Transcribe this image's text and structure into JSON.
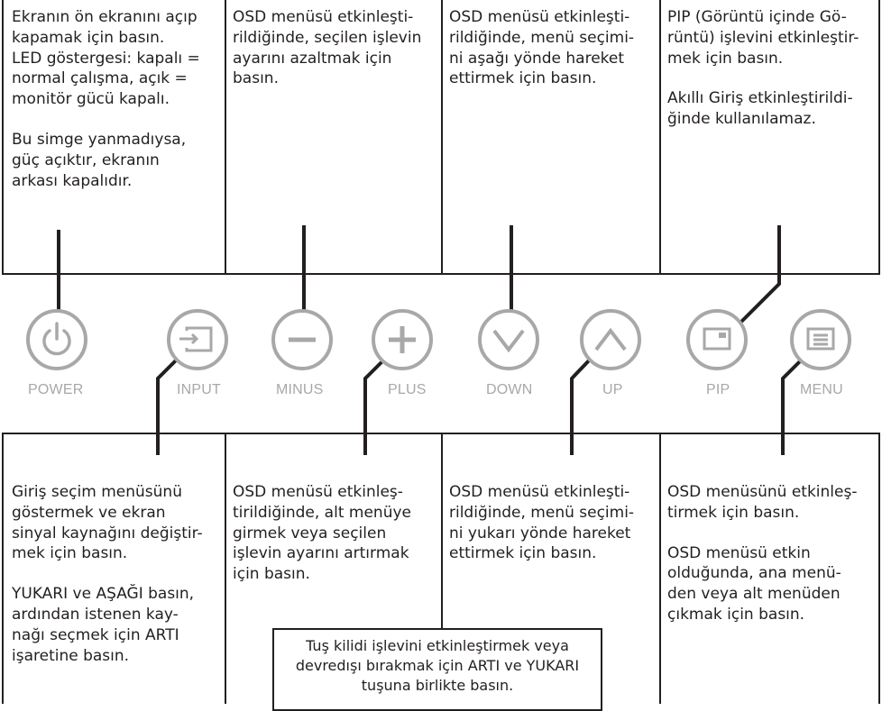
{
  "top_descriptions": {
    "power": [
      "Ekranın ön ekranını açıp\nkapamak için basın.\nLED göstergesi: kapalı =\nnormal çalışma, açık =\nmonitör gücü kapalı.",
      "Bu simge yanmadıysa,\ngüç açıktır, ekranın\narkası kapalıdır."
    ],
    "minus": [
      " OSD menüsü etkinleşti-\nrildiğinde, seçilen işlevin\nayarını azaltmak için\nbasın."
    ],
    "down": [
      " OSD menüsü etkinleşti-\nrildiğinde, menü seçimi-\nni aşağı yönde hareket\nettirmek için basın."
    ],
    "pip": [
      "PIP (Görüntü içinde Gö-\nrüntü) işlevini etkinleştir-\nmek için basın.",
      "Akıllı Giriş etkinleştirildi-\nğinde kullanılamaz."
    ]
  },
  "bottom_descriptions": {
    "input": [
      "Giriş seçim menüsünü\ngöstermek ve ekran\nsinyal kaynağını değiştir-\nmek için basın.",
      "YUKARI ve AŞAĞI basın,\nardından istenen kay-\nnağı seçmek için ARTI\nişaretine basın."
    ],
    "plus": [
      "OSD menüsü etkinleş-\ntirildiğinde, alt menüye\ngirmek veya seçilen\nişlevin ayarını artırmak\niçin basın."
    ],
    "up": [
      "OSD menüsü etkinleşti-\nrildiğinde, menü seçimi-\nni yukarı yönde hareket\nettirmek için basın."
    ],
    "menu": [
      "OSD menüsünü etkinleş-\ntirmek için basın.",
      "OSD menüsü etkin\nolduğunda, ana menü-\nden veya alt menüden\nçıkmak için basın."
    ]
  },
  "note": "Tuş kilidi işlevini etkinleştirmek veya\ndevredışı bırakmak için ARTI ve YUKARI\ntuşuna birlikte basın.",
  "buttons": [
    {
      "key": "power",
      "label": "POWER",
      "icon": "power-icon"
    },
    {
      "key": "input",
      "label": "INPUT",
      "icon": "input-source-icon"
    },
    {
      "key": "minus",
      "label": "MINUS",
      "icon": "minus-icon"
    },
    {
      "key": "plus",
      "label": "PLUS",
      "icon": "plus-icon"
    },
    {
      "key": "down",
      "label": "DOWN",
      "icon": "chevron-down-icon"
    },
    {
      "key": "up",
      "label": "UP",
      "icon": "chevron-up-icon"
    },
    {
      "key": "pip",
      "label": "PIP",
      "icon": "pip-icon"
    },
    {
      "key": "menu",
      "label": "MENU",
      "icon": "menu-icon"
    }
  ],
  "colors": {
    "line": "#231f20",
    "button_gray": "#a8a8a8"
  }
}
